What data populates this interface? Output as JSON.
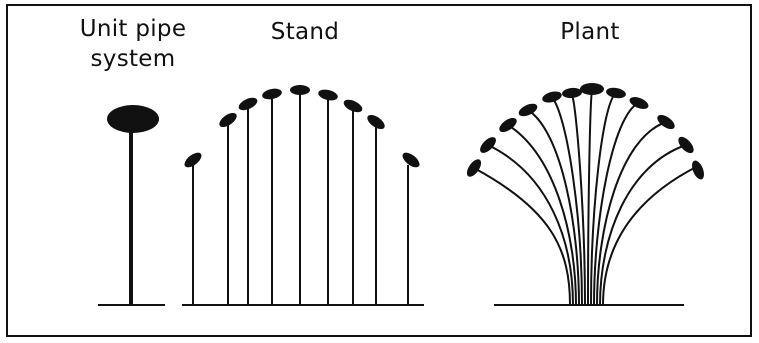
{
  "labels": {
    "unit_pipe_system_line1": "Unit pipe",
    "unit_pipe_system_line2": "system",
    "stand": "Stand",
    "plant": "Plant"
  },
  "colors": {
    "ink": "#111111",
    "background": "#ffffff"
  }
}
